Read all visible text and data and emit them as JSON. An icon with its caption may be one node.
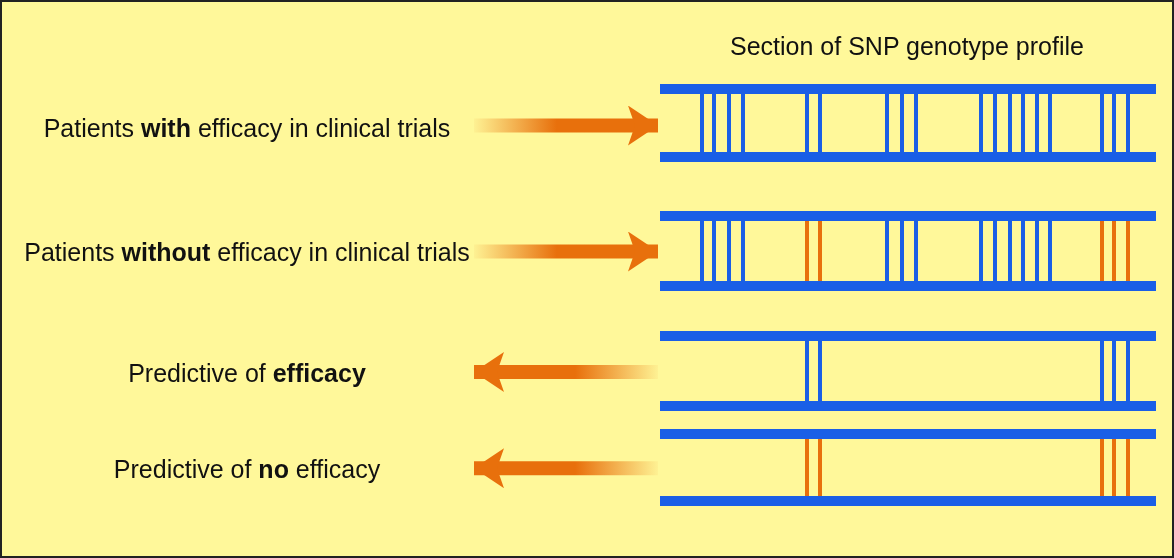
{
  "diagram": {
    "title": "Section of SNP genotype profile",
    "nodes": [
      {
        "text": [
          "Patients **with** efficacy in clinical trials"
        ]
      },
      {
        "text": [],
        "shape": "picture"
      },
      {
        "text": [
          "Patients **without** efficacy in clinical trials"
        ]
      },
      {
        "text": [],
        "shape": "picture"
      },
      {
        "text": [
          "Predictive of **efficacy**"
        ]
      },
      {
        "text": [],
        "shape": "picture"
      },
      {
        "text": [
          "Predictive of **no** efficacy"
        ]
      },
      {
        "text": [],
        "shape": "picture"
      }
    ],
    "edges": [
      {
        "from": 0,
        "to": 1,
        "arrow": "to"
      },
      {
        "from": 2,
        "to": 3,
        "arrow": "to"
      },
      {
        "from": 5,
        "to": 4,
        "arrow": "to"
      },
      {
        "from": 7,
        "to": 6,
        "arrow": "to"
      }
    ]
  }
}
